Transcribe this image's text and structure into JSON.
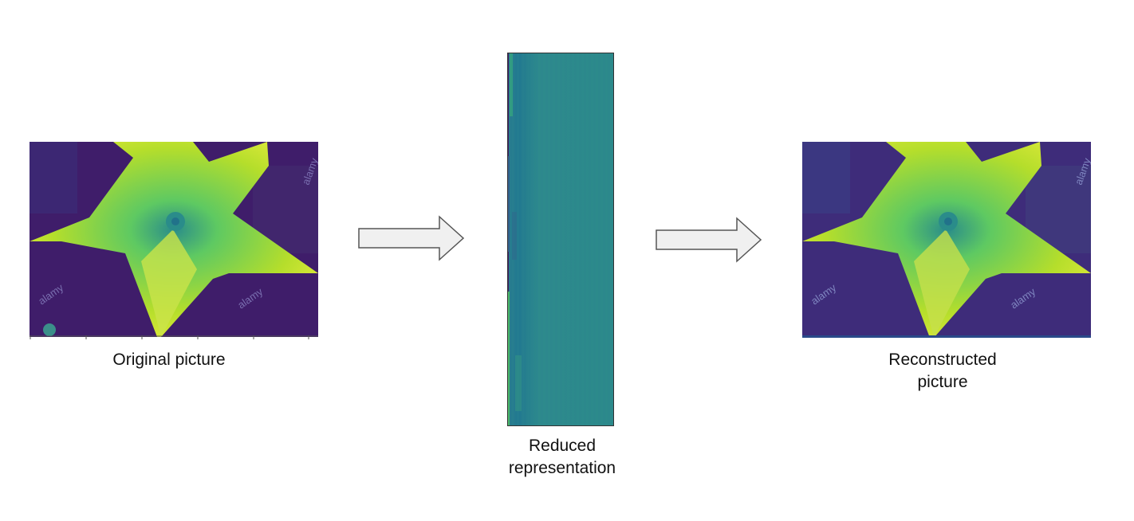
{
  "diagram": {
    "stages": [
      {
        "caption": "Original picture",
        "image": "flower-original"
      },
      {
        "caption": "Reduced\nrepresentation",
        "image": "reduced-feature-map"
      },
      {
        "caption": "Reconstructed\npicture",
        "image": "flower-reconstructed"
      }
    ],
    "watermark": "alamy",
    "colors": {
      "background_dark": "#3f1d6a",
      "petal_yellow": "#d9e63a",
      "petal_green": "#5ec962",
      "teal": "#2a8c8a",
      "reduced_base": "#2f7f8f",
      "arrow_fill": "#f0f0f0",
      "arrow_stroke": "#555555"
    },
    "arrows": [
      "right-arrow",
      "right-arrow"
    ]
  }
}
